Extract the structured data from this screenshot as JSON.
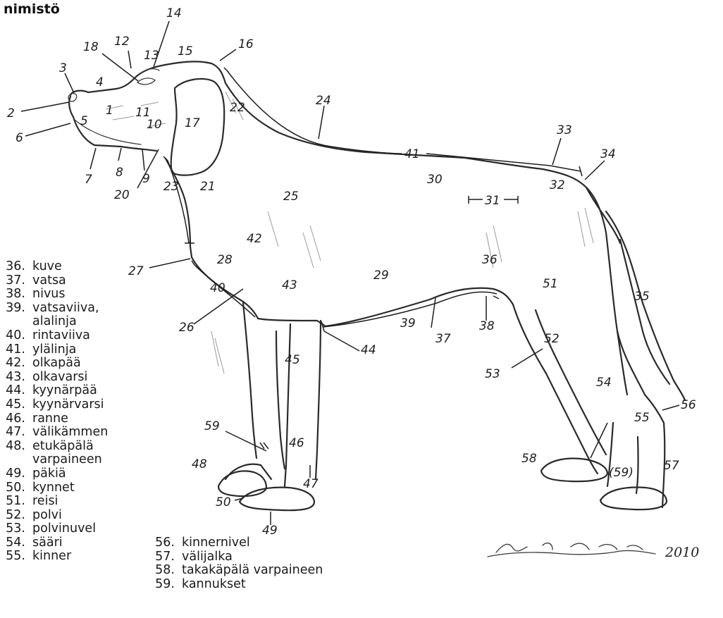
{
  "title": "nimistö",
  "legend_left": [
    {
      "num": "36.",
      "text": "kuve"
    },
    {
      "num": "37.",
      "text": "vatsa"
    },
    {
      "num": "38.",
      "text": "nivus"
    },
    {
      "num": "39.",
      "text": "vatsaviiva,",
      "cont": "alalinja"
    },
    {
      "num": "40.",
      "text": "rintaviiva"
    },
    {
      "num": "41.",
      "text": "ylälinja"
    },
    {
      "num": "42.",
      "text": "olkapää"
    },
    {
      "num": "43.",
      "text": "olkavarsi"
    },
    {
      "num": "44.",
      "text": "kyynärpää"
    },
    {
      "num": "45.",
      "text": "kyynärvarsi"
    },
    {
      "num": "46.",
      "text": "ranne"
    },
    {
      "num": "47.",
      "text": "välikämmen"
    },
    {
      "num": "48.",
      "text": "etukäpälä",
      "cont": "varpaineen"
    },
    {
      "num": "49.",
      "text": "päkiä"
    },
    {
      "num": "50.",
      "text": "kynnet"
    },
    {
      "num": "51.",
      "text": "reisi"
    },
    {
      "num": "52.",
      "text": "polvi"
    },
    {
      "num": "53.",
      "text": "polvinuvel"
    },
    {
      "num": "54.",
      "text": "sääri"
    },
    {
      "num": "55.",
      "text": "kinner"
    }
  ],
  "legend_right": [
    {
      "num": "56.",
      "text": "kinnernivel"
    },
    {
      "num": "57.",
      "text": "välijalka"
    },
    {
      "num": "58.",
      "text": "takakäpälä varpaineen"
    },
    {
      "num": "59.",
      "text": "kannukset"
    }
  ],
  "callouts": {
    "c1": "1",
    "c2": "2",
    "c3": "3",
    "c4": "4",
    "c5": "5",
    "c6": "6",
    "c7": "7",
    "c8": "8",
    "c9": "9",
    "c10": "10",
    "c11": "11",
    "c12": "12",
    "c13": "13",
    "c14": "14",
    "c15": "15",
    "c16": "16",
    "c17": "17",
    "c18": "18",
    "c20": "20",
    "c21": "21",
    "c22": "22",
    "c23": "23",
    "c24": "24",
    "c25": "25",
    "c26": "26",
    "c27": "27",
    "c28": "28",
    "c29": "29",
    "c30": "30",
    "c31": "31",
    "c32": "32",
    "c33": "33",
    "c34": "34",
    "c35": "35",
    "c36": "36",
    "c37": "37",
    "c38": "38",
    "c39": "39",
    "c40": "40",
    "c41": "41",
    "c42": "42",
    "c43": "43",
    "c44": "44",
    "c45": "45",
    "c46": "46",
    "c47": "47",
    "c48": "48",
    "c49": "49",
    "c50": "50",
    "c51": "51",
    "c52": "52",
    "c53": "53",
    "c54": "54",
    "c55": "55",
    "c56": "56",
    "c57": "57",
    "c58": "58",
    "c59a": "59",
    "c59b": "(59)"
  },
  "signature": {
    "name": "Kristiina Kettunen",
    "year": "2010"
  }
}
